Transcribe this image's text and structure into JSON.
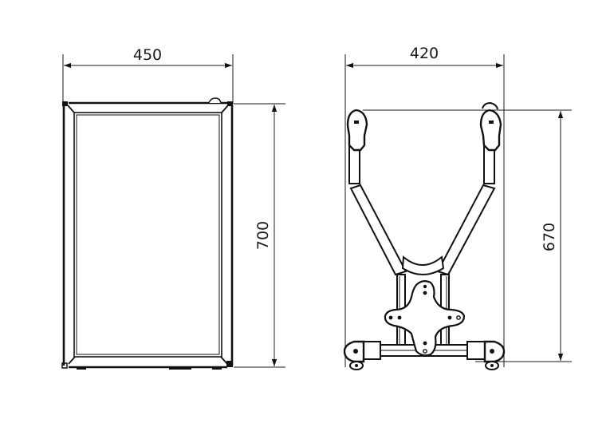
{
  "drawing": {
    "type": "technical-dimension-drawing",
    "units": "mm",
    "line_color": "#111111",
    "background": "#ffffff"
  },
  "front_view": {
    "name": "display-frame-front-view",
    "width_dimension": "450",
    "height_dimension": "700"
  },
  "side_view": {
    "name": "mount-stand-side-view",
    "width_dimension": "420",
    "height_dimension": "670"
  }
}
